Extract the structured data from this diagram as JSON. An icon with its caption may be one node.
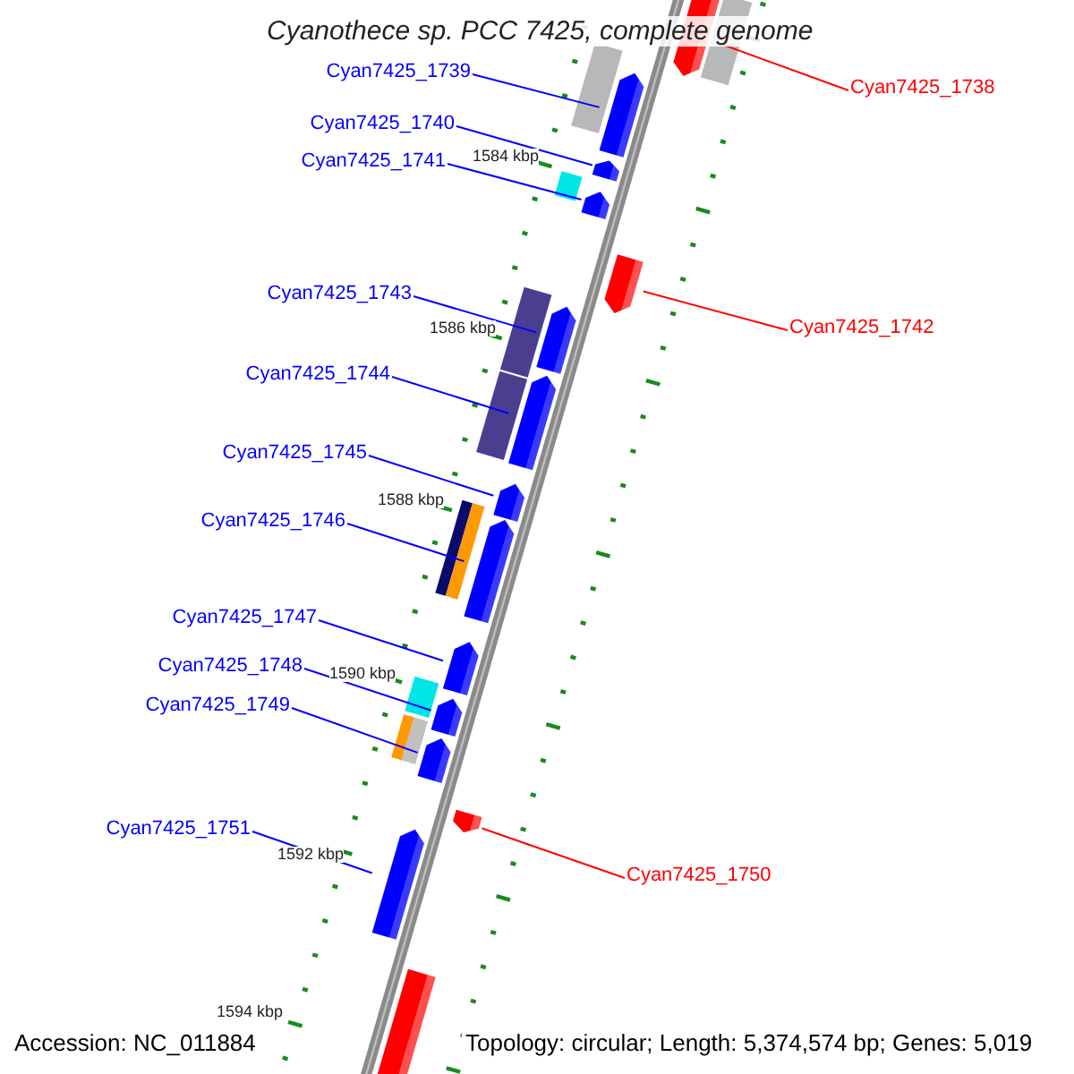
{
  "diagram": {
    "title": "Cyanothece sp. PCC 7425, complete genome",
    "nodes": [
      {
        "text": [
          "Cyan7425_1739"
        ]
      },
      {
        "text": [
          "Cyan7425_1738"
        ]
      },
      {
        "text": [
          "Cyan7425_1740"
        ]
      },
      {
        "text": [
          "Cyan7425_1741"
        ]
      },
      {
        "text": [
          "Cyan7425_1743"
        ]
      },
      {
        "text": [
          "Cyan7425_1742"
        ]
      },
      {
        "text": [
          "Cyan7425_1744"
        ]
      },
      {
        "text": [
          "Cyan7425_1745"
        ]
      },
      {
        "text": [
          "Cyan7425_1746"
        ]
      },
      {
        "text": [
          "Cyan7425_1747"
        ]
      },
      {
        "text": [
          "Cyan7425_1748"
        ]
      },
      {
        "text": [
          "Cyan7425_1749"
        ]
      },
      {
        "text": [
          "Cyan7425_1751"
        ]
      },
      {
        "text": [
          "Cyan7425_1750"
        ]
      },
      {
        "text": [],
        "shape": "pentagon"
      },
      {
        "text": [],
        "shape": "pentagon"
      },
      {
        "text": [],
        "shape": "pentagon"
      },
      {
        "text": [],
        "shape": "pentagon"
      },
      {
        "text": [],
        "shape": "pentagon"
      },
      {
        "text": [],
        "shape": "pentagon"
      },
      {
        "text": [],
        "shape": "pentagon"
      },
      {
        "text": [],
        "shape": "pentagon"
      },
      {
        "text": [],
        "shape": "pentagon"
      },
      {
        "text": [],
        "shape": "pentagon"
      },
      {
        "text": [],
        "shape": "pentagon"
      },
      {
        "text": [],
        "shape": "pentagon"
      },
      {
        "text": [],
        "shape": "pentagon"
      },
      {
        "text": [],
        "shape": "pentagon"
      }
    ],
    "edges": [
      {
        "from": 0,
        "to": 15,
        "arrow": "none"
      },
      {
        "from": 1,
        "to": 14,
        "arrow": "none",
        "color": "#ff0000"
      },
      {
        "from": 2,
        "to": 16,
        "arrow": "none"
      },
      {
        "from": 3,
        "to": 17,
        "arrow": "none"
      },
      {
        "from": 4,
        "to": 19,
        "arrow": "none"
      },
      {
        "from": 5,
        "to": 18,
        "arrow": "none",
        "color": "#ff0000"
      },
      {
        "from": 6,
        "to": 20,
        "arrow": "none"
      },
      {
        "from": 7,
        "to": 21,
        "arrow": "none"
      },
      {
        "from": 8,
        "to": 22,
        "arrow": "none"
      },
      {
        "from": 9,
        "to": 23,
        "arrow": "none"
      },
      {
        "from": 10,
        "to": 24,
        "arrow": "none"
      },
      {
        "from": 11,
        "to": 25,
        "arrow": "none"
      },
      {
        "from": 12,
        "to": 27,
        "arrow": "none"
      },
      {
        "from": 13,
        "to": 26,
        "arrow": "none",
        "color": "#ff0000"
      }
    ],
    "labels": [
      "1584 kbp",
      "1586 kbp",
      "1588 kbp",
      "1590 kbp",
      "1592 kbp",
      "1594 kbp",
      "Accession: NC_011884",
      "Topology: circular; Length: 5,374,574 bp; Genes: 5,019"
    ]
  }
}
